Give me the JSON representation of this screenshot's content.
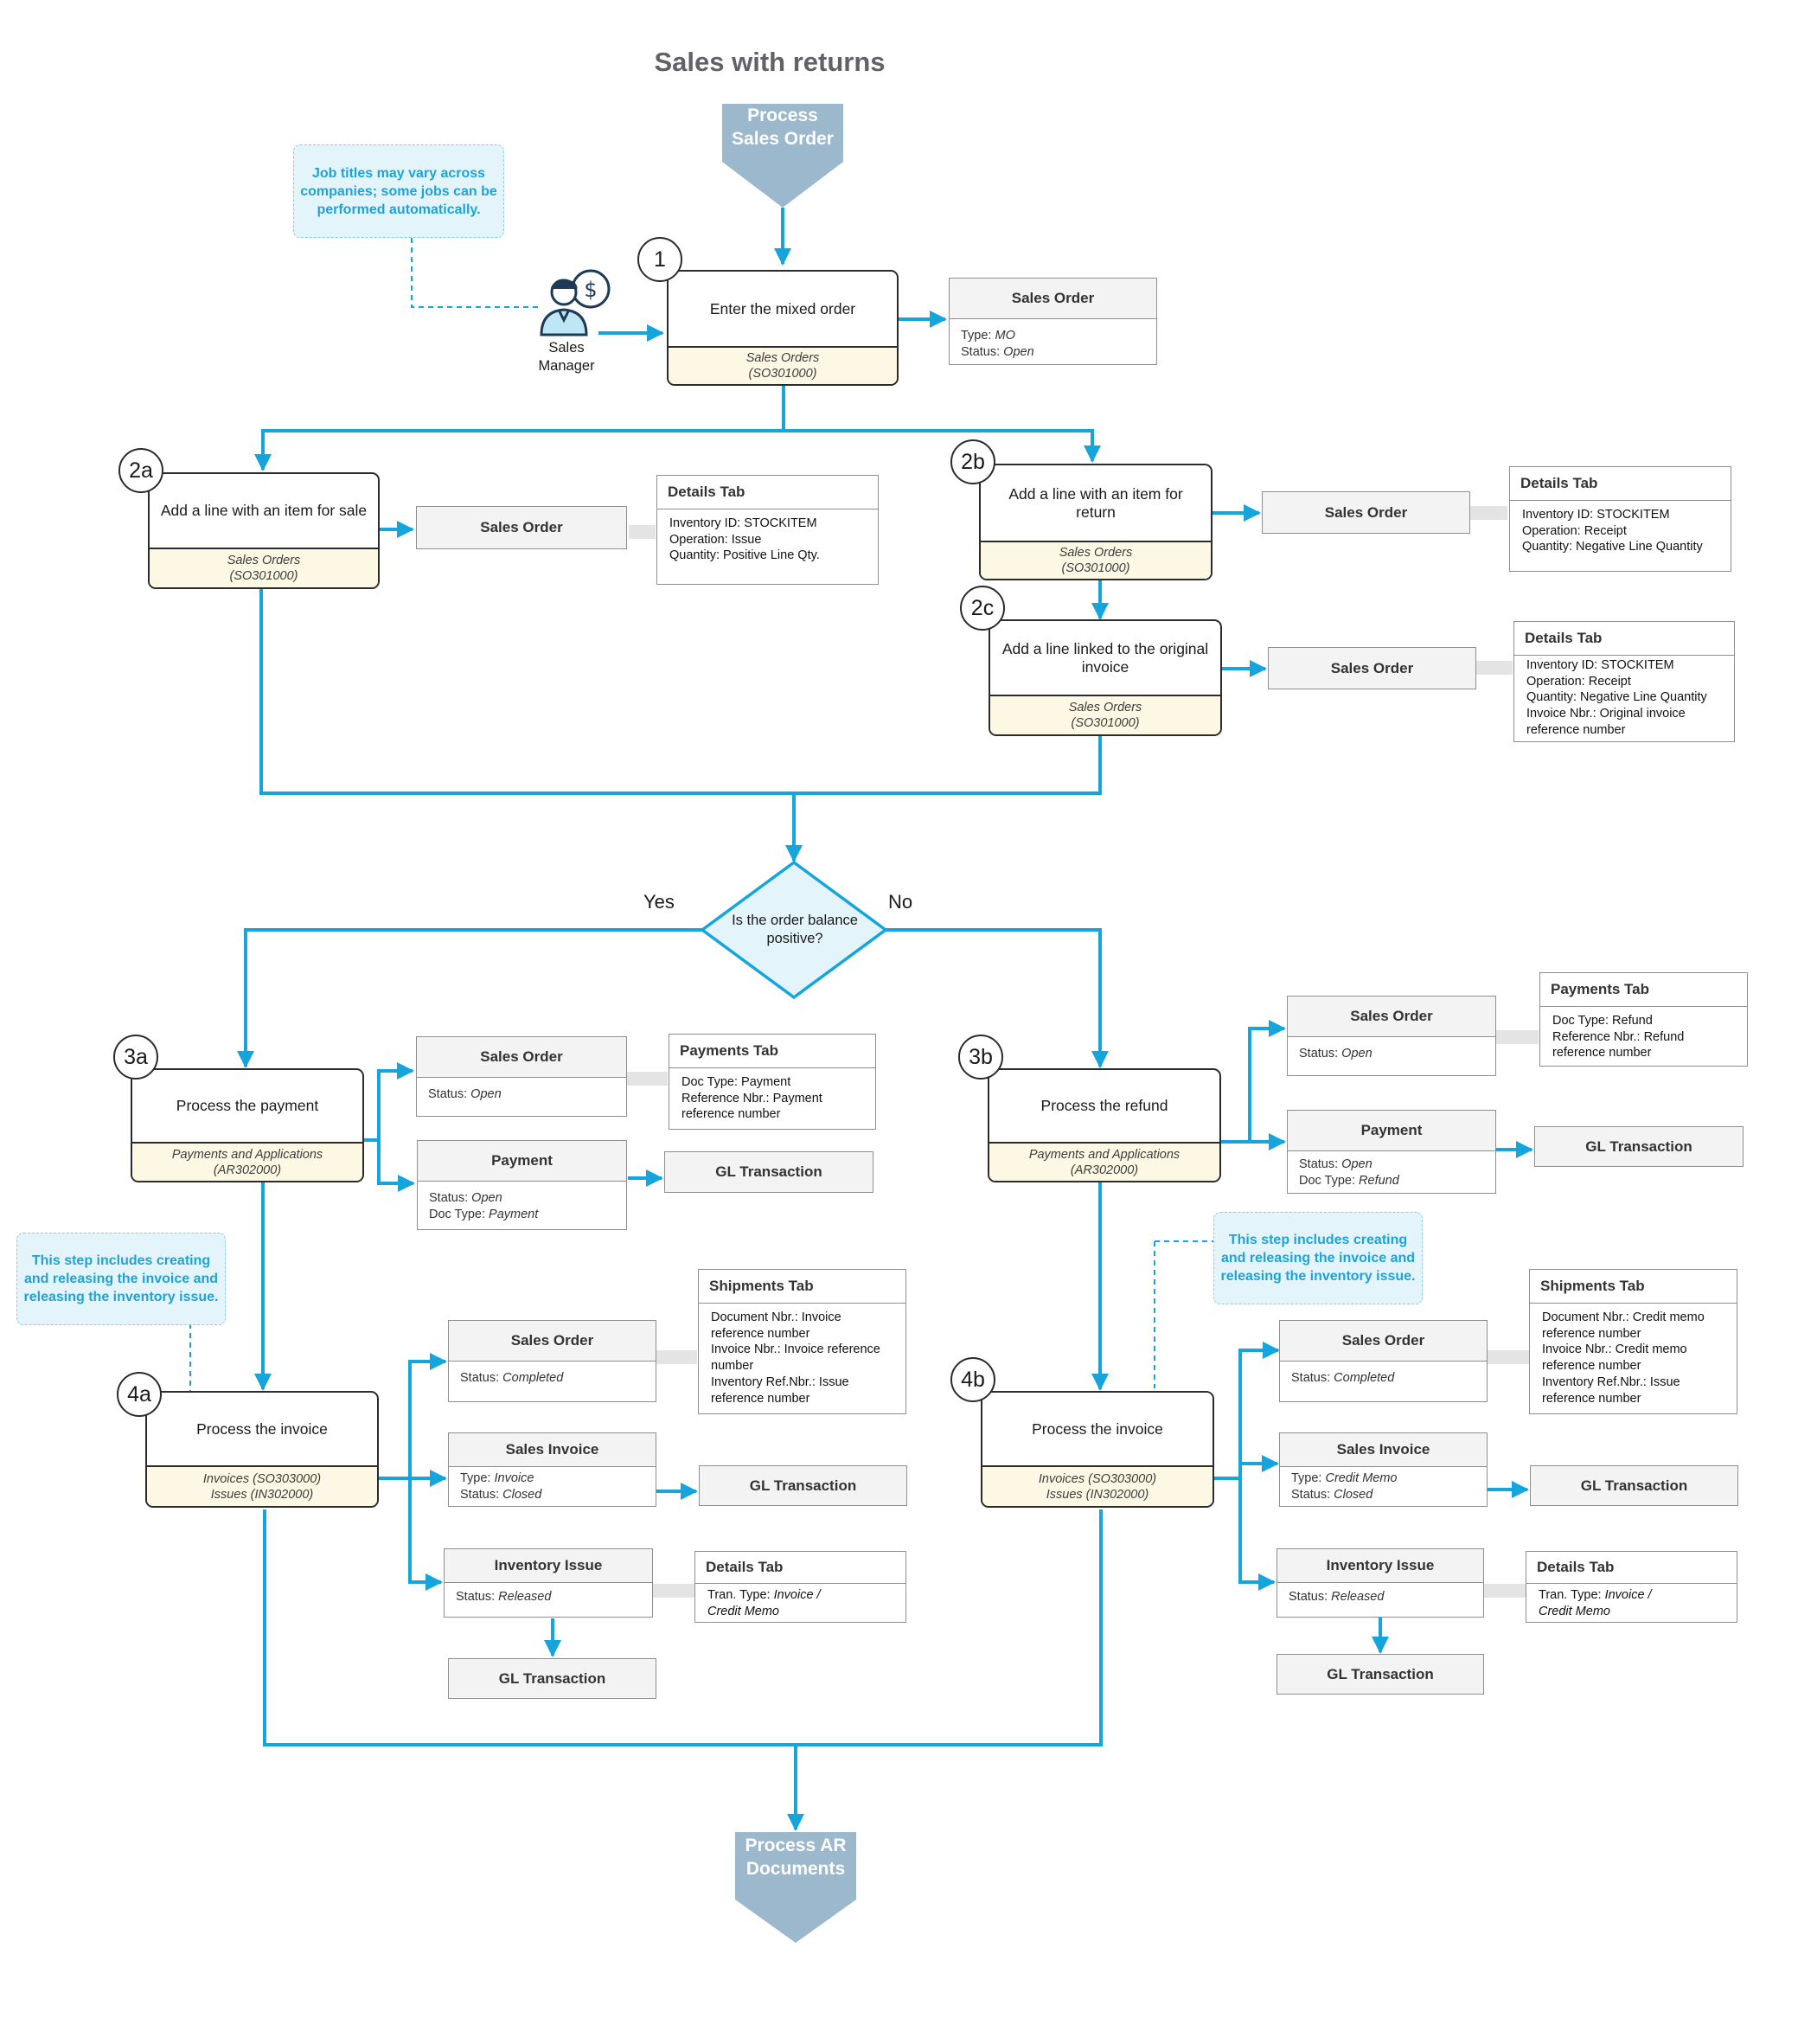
{
  "title": "Sales with returns",
  "start": {
    "line1": "Process",
    "line2": "Sales Order"
  },
  "end": {
    "line1": "Process AR",
    "line2": "Documents"
  },
  "note_job": "Job titles may vary across companies; some jobs can be performed automatically.",
  "note_4a": "This step includes creating and releasing the invoice and releasing the inventory issue.",
  "note_4b": "This step includes creating and releasing the invoice and releasing the inventory issue.",
  "role": {
    "line1": "Sales",
    "line2": "Manager"
  },
  "decision": {
    "question": "Is the order balance positive?",
    "yes": "Yes",
    "no": "No"
  },
  "icon_colors": {
    "flow": "#15a5dc",
    "connector": "#e4e4e4",
    "process_shape": "#9bb8cc",
    "person_outline": "#1e3a57",
    "person_fill": "#bfe6f5"
  },
  "steps": {
    "s1": {
      "num": "1",
      "text": "Enter the mixed order",
      "form1": "Sales Orders",
      "form2": "(SO301000)"
    },
    "s2a": {
      "num": "2a",
      "text": "Add a line with an item for sale",
      "form1": "Sales Orders",
      "form2": "(SO301000)"
    },
    "s2b": {
      "num": "2b",
      "text": "Add a line with an item for return",
      "form1": "Sales Orders",
      "form2": "(SO301000)"
    },
    "s2c": {
      "num": "2c",
      "text": "Add a line linked to the original invoice",
      "form1": "Sales Orders",
      "form2": "(SO301000)"
    },
    "s3a": {
      "num": "3a",
      "text": "Process the payment",
      "form1": "Payments and Applications",
      "form2": "(AR302000)"
    },
    "s3b": {
      "num": "3b",
      "text": "Process the refund",
      "form1": "Payments and Applications",
      "form2": "(AR302000)"
    },
    "s4a": {
      "num": "4a",
      "text": "Process the invoice",
      "form1": "Invoices (SO303000)",
      "form2": "Issues (IN302000)"
    },
    "s4b": {
      "num": "4b",
      "text": "Process the invoice",
      "form1": "Invoices (SO303000)",
      "form2": "Issues (IN302000)"
    }
  },
  "docs": {
    "d1": {
      "title": "Sales Order",
      "l1k": "Type: ",
      "l1v": "MO",
      "l2k": "Status: ",
      "l2v": "Open"
    },
    "d2a": {
      "title": "Sales Order"
    },
    "d2b": {
      "title": "Sales Order"
    },
    "d2c": {
      "title": "Sales Order"
    },
    "d3a_so": {
      "title": "Sales Order",
      "l1k": "Status: ",
      "l1v": "Open"
    },
    "d3a_pay": {
      "title": "Payment",
      "l1k": "Status: ",
      "l1v": "Open",
      "l2k": "Doc Type: ",
      "l2v": "Payment"
    },
    "d3a_gl": {
      "title": "GL Transaction"
    },
    "d3b_so": {
      "title": "Sales Order",
      "l1k": "Status: ",
      "l1v": "Open"
    },
    "d3b_pay": {
      "title": "Payment",
      "l1k": "Status: ",
      "l1v": "Open",
      "l2k": "Doc Type: ",
      "l2v": "Refund"
    },
    "d3b_gl": {
      "title": "GL Transaction"
    },
    "d4a_so": {
      "title": "Sales Order",
      "l1k": "Status: ",
      "l1v": "Completed"
    },
    "d4a_inv": {
      "title": "Sales Invoice",
      "l1k": "Type: ",
      "l1v": "Invoice",
      "l2k": "Status: ",
      "l2v": "Closed"
    },
    "d4a_gl1": {
      "title": "GL Transaction"
    },
    "d4a_iss": {
      "title": "Inventory Issue",
      "l1k": "Status: ",
      "l1v": "Released"
    },
    "d4a_gl2": {
      "title": "GL Transaction"
    },
    "d4b_so": {
      "title": "Sales Order",
      "l1k": "Status: ",
      "l1v": "Completed"
    },
    "d4b_inv": {
      "title": "Sales Invoice",
      "l1k": "Type: ",
      "l1v": "Credit Memo",
      "l2k": "Status: ",
      "l2v": "Closed"
    },
    "d4b_gl1": {
      "title": "GL Transaction"
    },
    "d4b_iss": {
      "title": "Inventory Issue",
      "l1k": "Status: ",
      "l1v": "Released"
    },
    "d4b_gl2": {
      "title": "GL Transaction"
    }
  },
  "tabs": {
    "t2a": {
      "title": "Details Tab",
      "lines": [
        "Inventory ID: STOCKITEM",
        "Operation: Issue",
        "Quantity: Positive Line Qty."
      ]
    },
    "t2b": {
      "title": "Details Tab",
      "lines": [
        "Inventory ID: STOCKITEM",
        "Operation: Receipt",
        "Quantity: Negative Line Quantity"
      ]
    },
    "t2c": {
      "title": "Details Tab",
      "lines": [
        "Inventory ID: STOCKITEM",
        "Operation: Receipt",
        "Quantity: Negative Line Quantity",
        "Invoice Nbr.:  Original invoice",
        "reference number"
      ]
    },
    "t3a": {
      "title": "Payments Tab",
      "lines": [
        "Doc Type: Payment",
        "Reference Nbr.: Payment",
        "reference number"
      ]
    },
    "t3b": {
      "title": "Payments Tab",
      "lines": [
        "Doc Type: Refund",
        "Reference Nbr.: Refund",
        "reference number"
      ]
    },
    "t4a_ship": {
      "title": "Shipments Tab",
      "lines": [
        "Document Nbr.: Invoice",
        "reference number",
        "Invoice Nbr.: Invoice reference",
        "number",
        "Inventory Ref.Nbr.: Issue",
        "reference number"
      ]
    },
    "t4b_ship": {
      "title": "Shipments Tab",
      "lines": [
        "Document Nbr.: Credit memo",
        "reference number",
        "Invoice Nbr.: Credit memo",
        "reference number",
        "Inventory Ref.Nbr.: Issue",
        "reference number"
      ]
    },
    "t4a_det": {
      "title": "Details Tab",
      "l1k": "Tran. Type: ",
      "l1v": "Invoice /",
      "l2v": "Credit Memo"
    },
    "t4b_det": {
      "title": "Details Tab",
      "l1k": "Tran. Type: ",
      "l1v": "Invoice /",
      "l2v": "Credit Memo"
    }
  }
}
